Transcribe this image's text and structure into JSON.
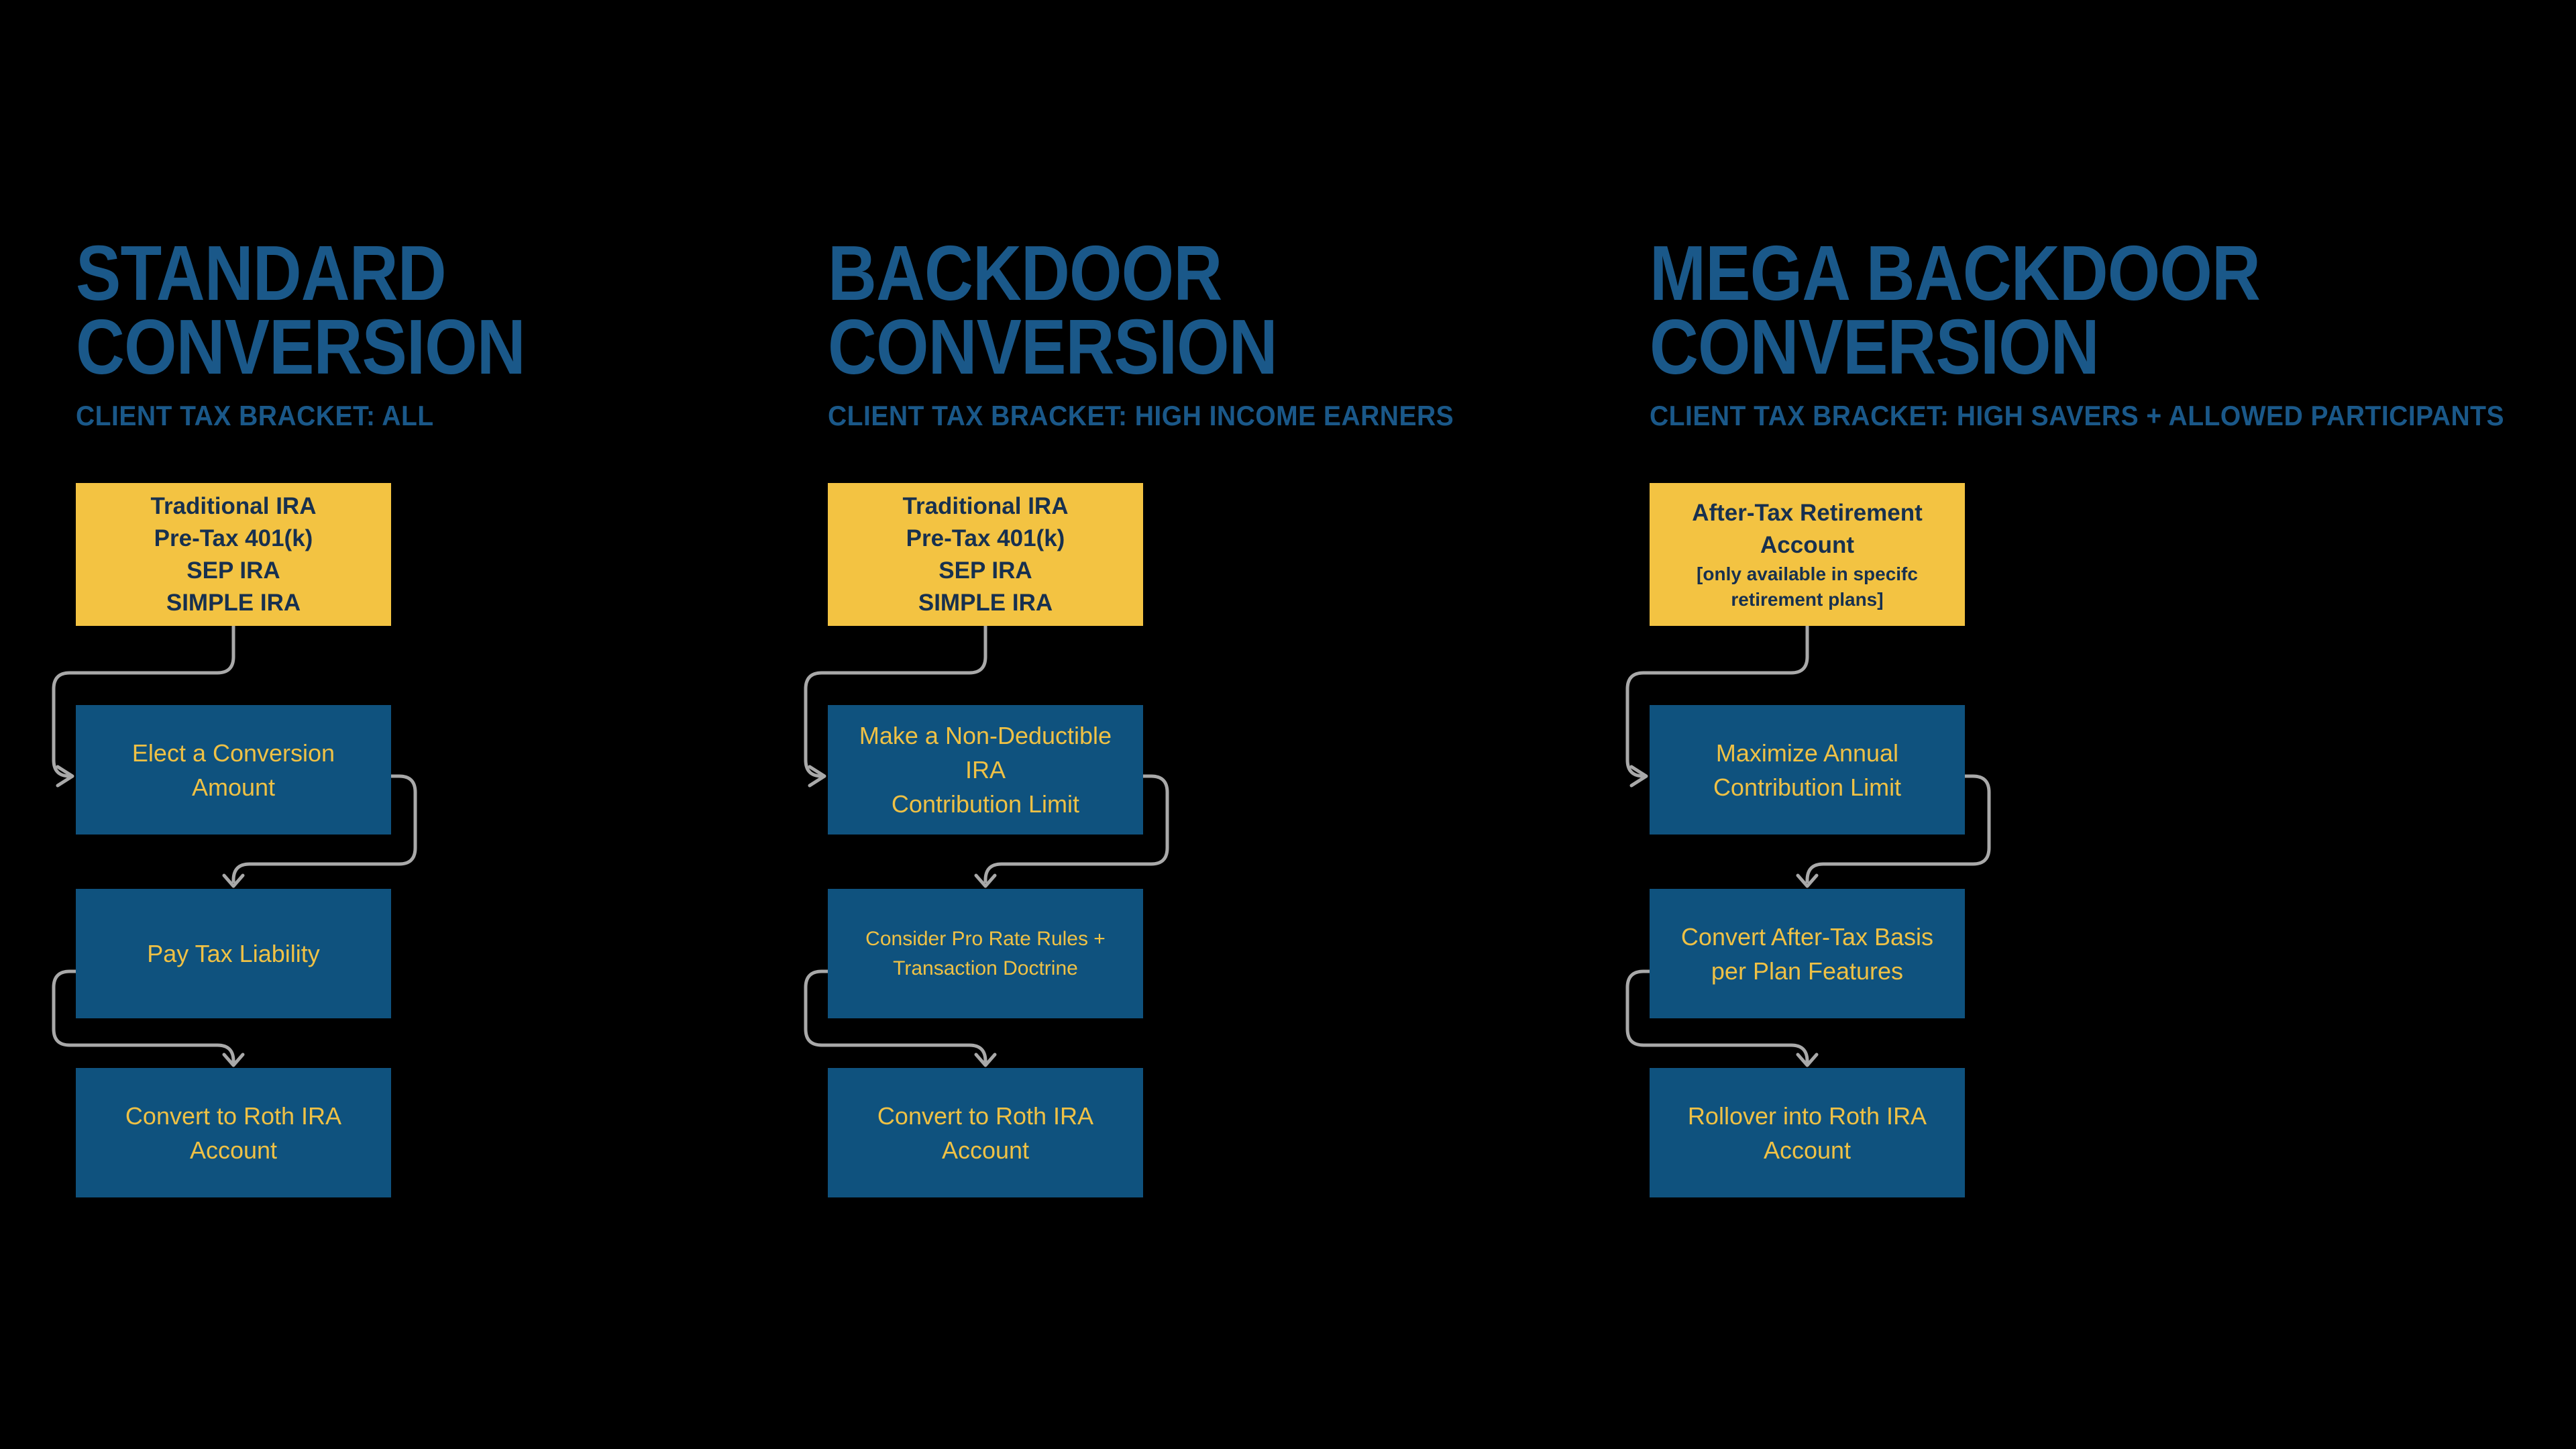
{
  "page": {
    "background": "#000000"
  },
  "colors": {
    "page_bg": "#000000",
    "title_blue": "#1A5889",
    "box_blue": "#0F527E",
    "box_yellow": "#F3C342",
    "navy_text": "#17304F",
    "step_yellow": "#EFC145",
    "connector_gray": "#A9A9A9"
  },
  "columns": [
    {
      "title_lines": [
        "STANDARD",
        "CONVERSION"
      ],
      "subtitle": "CLIENT TAX BRACKET: ALL",
      "source_box": {
        "lines": [
          "Traditional IRA",
          "Pre-Tax 401(k)",
          "SEP IRA",
          "SIMPLE IRA"
        ]
      },
      "steps": [
        {
          "label": "Elect a Conversion\nAmount"
        },
        {
          "label": "Pay Tax Liability"
        },
        {
          "label": "Convert to Roth IRA\nAccount"
        }
      ]
    },
    {
      "title_lines": [
        "BACKDOOR",
        "CONVERSION"
      ],
      "subtitle": "CLIENT TAX BRACKET: HIGH INCOME EARNERS",
      "source_box": {
        "lines": [
          "Traditional IRA",
          "Pre-Tax 401(k)",
          "SEP IRA",
          "SIMPLE IRA"
        ]
      },
      "steps": [
        {
          "label": "Make a Non-Deductible\nIRA\nContribution Limit"
        },
        {
          "label": "Consider Pro Rate Rules +\nTransaction Doctrine"
        },
        {
          "label": "Convert to Roth IRA\nAccount"
        }
      ]
    },
    {
      "title_lines": [
        "MEGA BACKDOOR",
        "CONVERSION"
      ],
      "subtitle": "CLIENT TAX BRACKET: HIGH SAVERS + ALLOWED PARTICIPANTS",
      "source_box": {
        "lines": [
          "After-Tax Retirement",
          "Account"
        ],
        "note_lines": [
          "[only available in specifc",
          "retirement plans]"
        ]
      },
      "steps": [
        {
          "label": "Maximize Annual\nContribution Limit"
        },
        {
          "label": "Convert After-Tax Basis\nper Plan Features"
        },
        {
          "label": "Rollover into Roth IRA\nAccount"
        }
      ]
    }
  ]
}
